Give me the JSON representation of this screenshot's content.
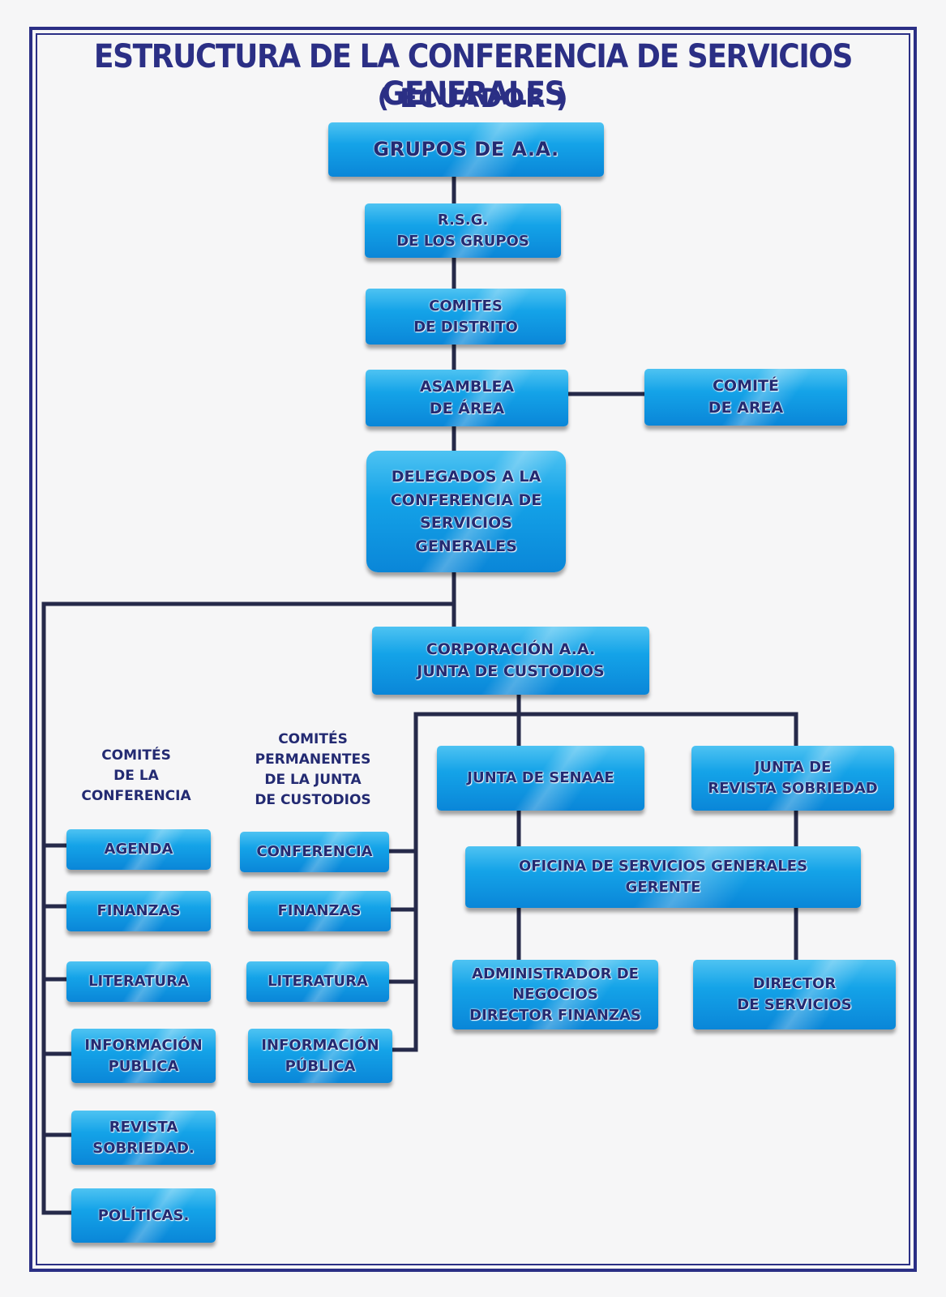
{
  "header": {
    "title": "ESTRUCTURA DE LA CONFERENCIA DE SERVICIOS GENERALES",
    "subtitle": "( ECUADOR )"
  },
  "main_chain": {
    "grupos": "GRUPOS DE A.A.",
    "rsg": "R.S.G.\nDE LOS GRUPOS",
    "comites_distrito": "COMITES\nDE DISTRITO",
    "asamblea_area": "ASAMBLEA\nDE ÁREA",
    "comite_area": "COMITÉ\nDE AREA",
    "delegados": "DELEGADOS A LA\nCONFERENCIA DE\nSERVICIOS\nGENERALES",
    "corporacion": "CORPORACIÓN A.A.\nJUNTA DE CUSTODIOS"
  },
  "comites_conferencia": {
    "heading": "COMITÉS\nDE LA\nCONFERENCIA",
    "items": [
      "AGENDA",
      "FINANZAS",
      "LITERATURA",
      "INFORMACIÓN\nPUBLICA",
      "REVISTA\nSOBRIEDAD.",
      "POLÍTICAS."
    ]
  },
  "comites_permanentes": {
    "heading": "COMITÉS\nPERMANENTES\nDE LA JUNTA\nDE  CUSTODIOS",
    "items": [
      "CONFERENCIA",
      "FINANZAS",
      "LITERATURA",
      "INFORMACIÓN\nPÚBLICA"
    ]
  },
  "juntas": {
    "senaae": "JUNTA DE SENAAE",
    "revista": "JUNTA DE\nREVISTA SOBRIEDAD",
    "oficina": "OFICINA DE SERVICIOS GENERALES\nGERENTE",
    "administrador": "ADMINISTRADOR DE\nNEGOCIOS\nDIRECTOR FINANZAS",
    "director_servicios": "DIRECTOR\nDE SERVICIOS"
  },
  "colors": {
    "frame": "#2b2f85",
    "box_top": "#4ec3f2",
    "box_bottom": "#0a86d8",
    "connector": "#262a4a",
    "text": "#232a72"
  }
}
